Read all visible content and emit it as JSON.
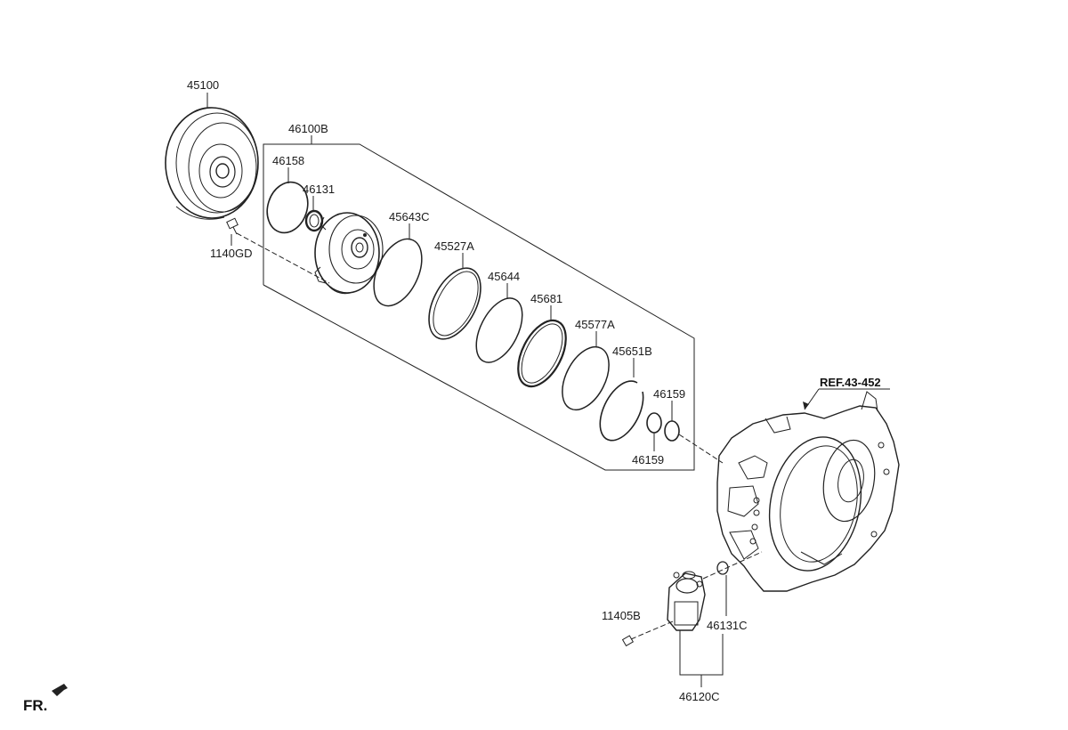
{
  "diagram": {
    "labels": {
      "p45100": "45100",
      "p46100B": "46100B",
      "p46158": "46158",
      "p46131": "46131",
      "p45643C": "45643C",
      "p45527A": "45527A",
      "p45644": "45644",
      "p45681": "45681",
      "p45577A": "45577A",
      "p45651B": "45651B",
      "p46159_top": "46159",
      "p46159_bottom": "46159",
      "p1140GD": "1140GD",
      "pREF": "REF.43-452",
      "p11405B": "11405B",
      "p46131C": "46131C",
      "p46120C": "46120C",
      "fr": "FR."
    }
  }
}
